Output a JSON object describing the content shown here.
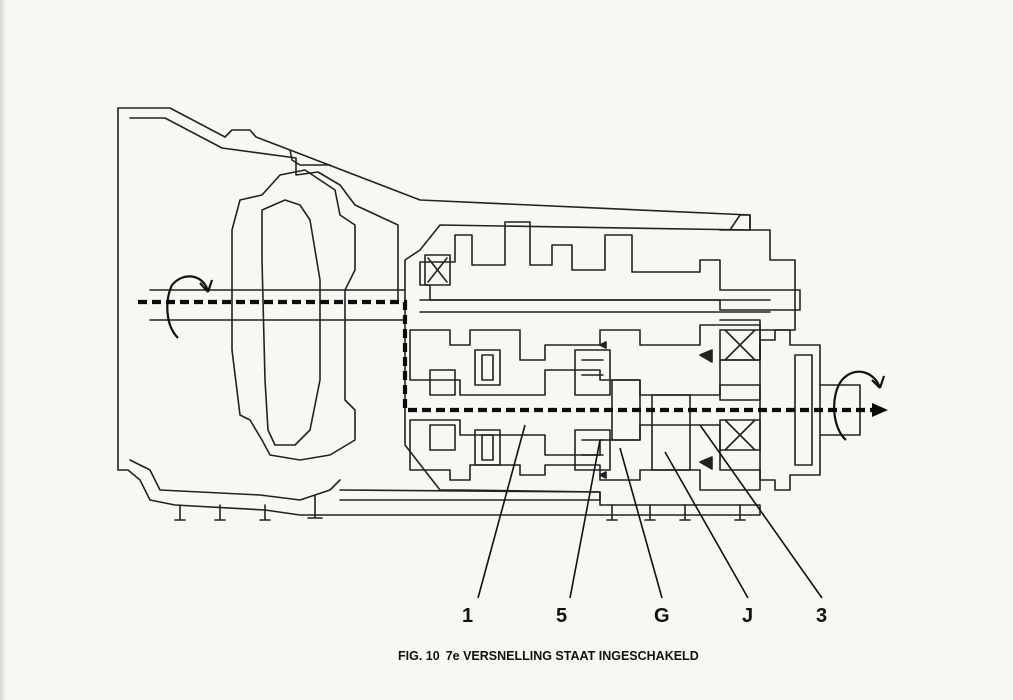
{
  "figure": {
    "callouts": [
      {
        "id": "1",
        "label": "1"
      },
      {
        "id": "5",
        "label": "5"
      },
      {
        "id": "G",
        "label": "G"
      },
      {
        "id": "J",
        "label": "J"
      },
      {
        "id": "3",
        "label": "3"
      }
    ],
    "caption": {
      "number": "FIG. 10",
      "text": "7e VERSNELLING STAAT INGESCHAKELD"
    }
  },
  "colors": {
    "ink": "#111111",
    "paper": "#f8f7f3"
  }
}
